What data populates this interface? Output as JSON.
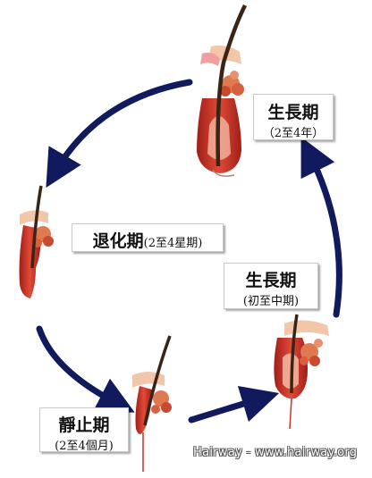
{
  "stages": {
    "anagen": {
      "title": "生長期",
      "duration": "（2至4年）"
    },
    "catagen": {
      "title": "退化期",
      "duration": "(2至4星期)"
    },
    "telogen": {
      "title": "靜止期",
      "duration": "(2至4個月)"
    },
    "early_anagen": {
      "title": "生長期",
      "duration": "(初至中期)"
    }
  },
  "watermark": "Hairway - www.hairway.org",
  "colors": {
    "arrow": "#101a5c",
    "hair_shaft": "#3a2416",
    "follicle": "#c8322a",
    "follicle_light": "#f0a898",
    "gland": "#e07850",
    "skin": "#f2c6a8"
  },
  "icons": [
    "hair-follicle-anagen-icon",
    "hair-follicle-catagen-icon",
    "hair-follicle-telogen-icon",
    "hair-follicle-early-anagen-icon"
  ]
}
